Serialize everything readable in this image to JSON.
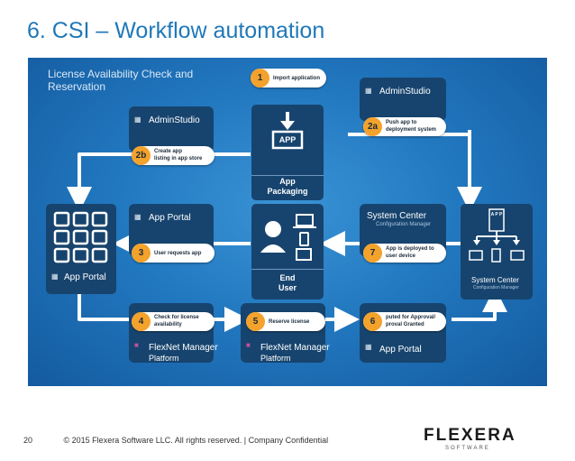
{
  "slide": {
    "title": "6.  CSI – Workflow automation",
    "header_line1": "License Availability Check and",
    "header_line2": "Reservation"
  },
  "products": {
    "adminstudio": "AdminStudio",
    "appportal": "App Portal",
    "flexnet": "FlexNet Manager",
    "flexnet_sub": "Platform",
    "syscenter": "System Center",
    "syscenter_sub": "Configuration Manager"
  },
  "steps": [
    {
      "badge": "1",
      "line1": "Import application",
      "line2": ""
    },
    {
      "badge": "2a",
      "line1": "Push app to",
      "line2": "deployment system"
    },
    {
      "badge": "2b",
      "line1": "Create app",
      "line2": "listing in app store"
    },
    {
      "badge": "3",
      "line1": "User requests app",
      "line2": ""
    },
    {
      "badge": "7",
      "line1": "App is deployed to",
      "line2": "user device"
    },
    {
      "badge": "4",
      "line1": "Check for license",
      "line2": "availability"
    },
    {
      "badge": "5",
      "line1": "Reserve license",
      "line2": ""
    },
    {
      "badge": "6",
      "line1": "puted for Approval/",
      "line2": "proval Granted"
    }
  ],
  "nodes": {
    "packaging_icon": "APP",
    "packaging_line1": "App",
    "packaging_line2": "Packaging",
    "enduser_line1": "End",
    "enduser_line2": "User",
    "right_app": "A P P",
    "right_syscenter": "System Center",
    "right_syscenter_sub": "Configuration Manager",
    "left_appportal": "App Portal"
  },
  "footer": {
    "page_number": "20",
    "copyright": "© 2015 Flexera Software LLC. All rights reserved.  |  Company Confidential"
  },
  "logo": {
    "word": "FLEXERA",
    "sub": "SOFTWARE"
  },
  "colors": {
    "title": "#1f78b8",
    "badge": "#f3a22c",
    "card": "#17446e",
    "background": "#2279c0"
  }
}
